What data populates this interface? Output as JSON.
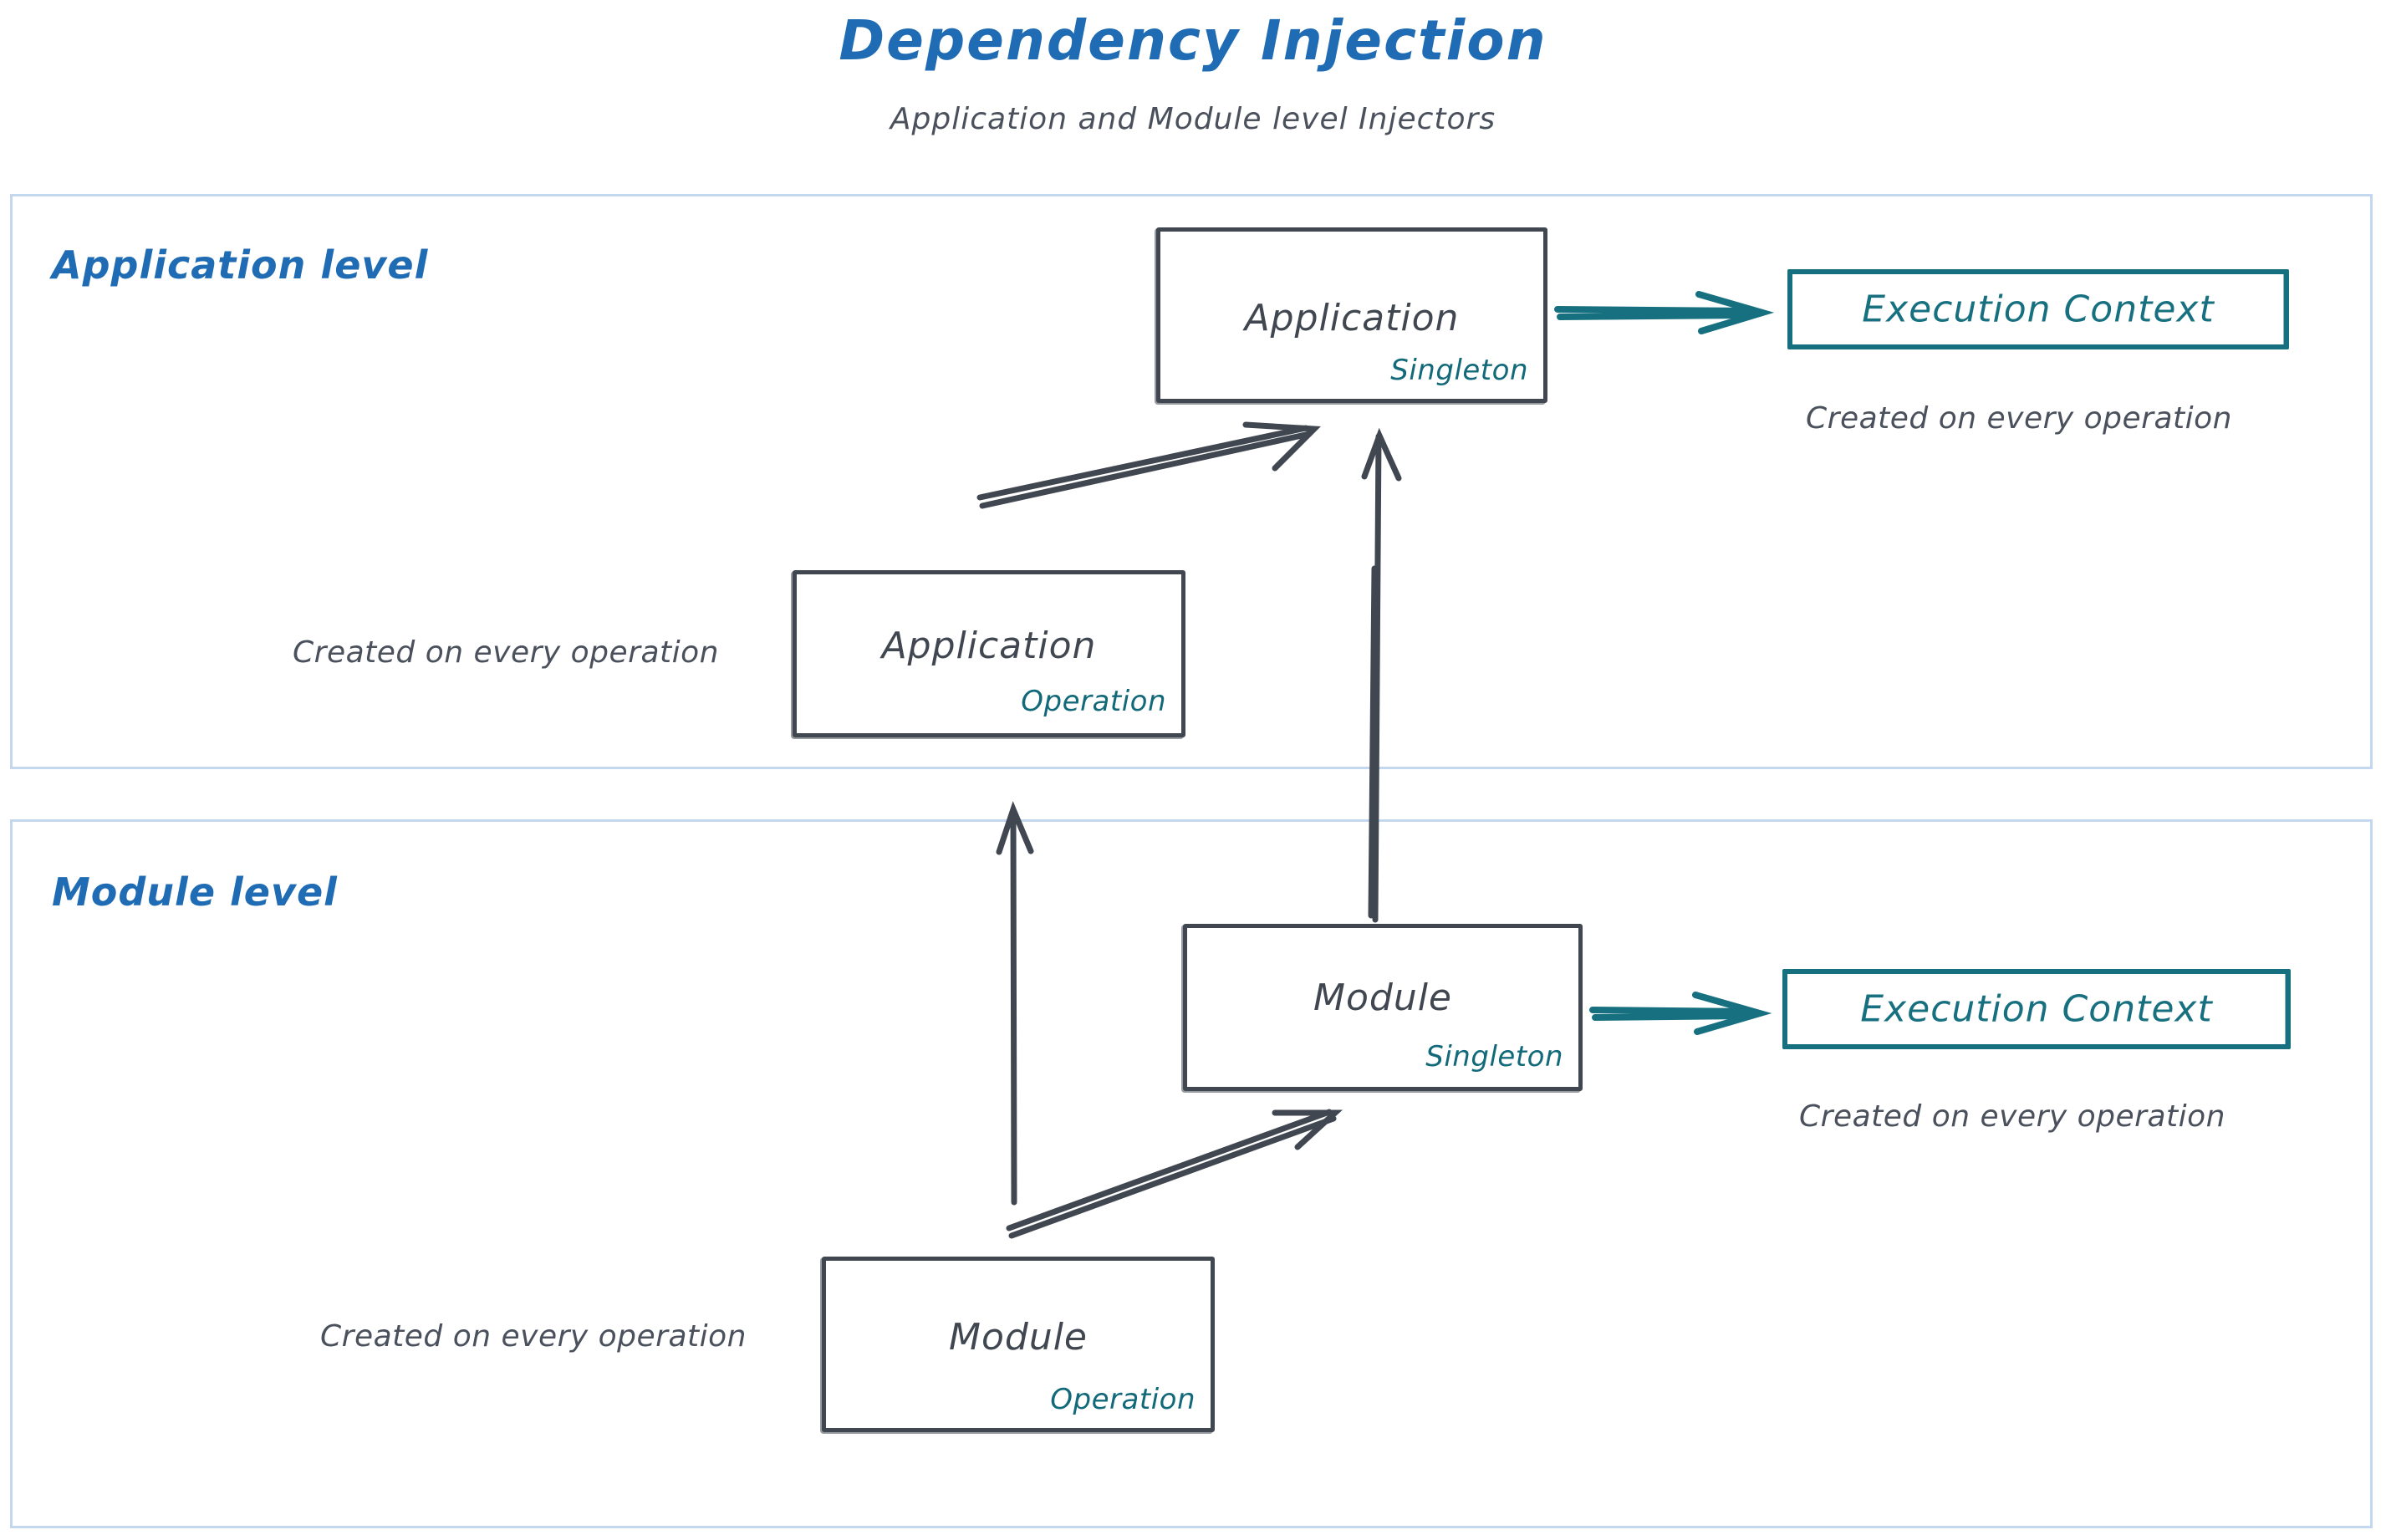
{
  "header": {
    "title": "Dependency Injection",
    "subtitle": "Application and Module level Injectors",
    "title_color": "#1f6cb4",
    "subtitle_color": "#4a515c"
  },
  "palette": {
    "lane_border": "#c3d8ee",
    "lane_label": "#1f6cb4",
    "box_stroke": "#414750",
    "box_text": "#414750",
    "scope_text": "#12697a",
    "teal": "#17707f",
    "note_text": "#4a515c",
    "background": "#ffffff"
  },
  "lanes": [
    {
      "id": "application-level",
      "label": "Application level",
      "boxes": [
        {
          "id": "app-singleton",
          "title": "Application",
          "scope": "Singleton"
        },
        {
          "id": "app-operation",
          "title": "Application",
          "scope": "Operation"
        }
      ],
      "context_box": {
        "label": "Execution Context",
        "note": "Created on every operation"
      },
      "operation_note": "Created on every operation"
    },
    {
      "id": "module-level",
      "label": "Module level",
      "boxes": [
        {
          "id": "module-singleton",
          "title": "Module",
          "scope": "Singleton"
        },
        {
          "id": "module-operation",
          "title": "Module",
          "scope": "Operation"
        }
      ],
      "context_box": {
        "label": "Execution Context",
        "note": "Created on every operation"
      },
      "operation_note": "Created on every operation"
    }
  ],
  "arrows": [
    {
      "id": "app-operation-to-app-singleton",
      "from": "app-operation",
      "to": "app-singleton",
      "color": "#414750",
      "style": "diagonal-up-right"
    },
    {
      "id": "app-singleton-to-execution-context",
      "from": "app-singleton",
      "to": "execution-context-app",
      "color": "#17707f",
      "style": "horizontal-right"
    },
    {
      "id": "module-singleton-to-app-singleton",
      "from": "module-singleton",
      "to": "app-singleton",
      "color": "#414750",
      "style": "vertical-up"
    },
    {
      "id": "module-operation-to-app-operation",
      "from": "module-operation",
      "to": "app-operation",
      "color": "#414750",
      "style": "vertical-up"
    },
    {
      "id": "module-operation-to-module-singleton",
      "from": "module-operation",
      "to": "module-singleton",
      "color": "#414750",
      "style": "diagonal-up-right"
    },
    {
      "id": "module-singleton-to-execution-context",
      "from": "module-singleton",
      "to": "execution-context-module",
      "color": "#17707f",
      "style": "horizontal-right"
    }
  ]
}
